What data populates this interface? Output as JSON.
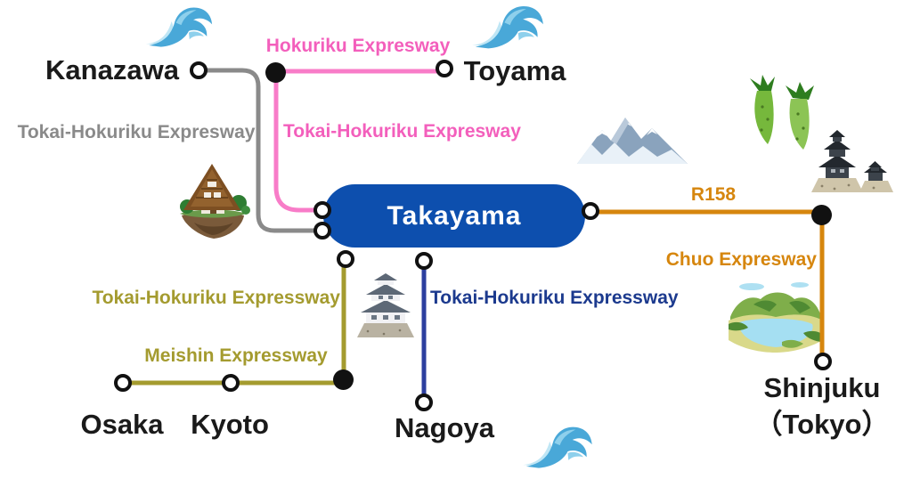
{
  "hub": {
    "label": "Takayama",
    "bg_color": "#0d4fae",
    "text_color": "#ffffff"
  },
  "cities": [
    {
      "id": "kanazawa",
      "label": "Kanazawa"
    },
    {
      "id": "toyama",
      "label": "Toyama"
    },
    {
      "id": "osaka",
      "label": "Osaka"
    },
    {
      "id": "kyoto",
      "label": "Kyoto"
    },
    {
      "id": "nagoya",
      "label": "Nagoya"
    },
    {
      "id": "shinjuku",
      "label": "Shinjuku",
      "sublabel": "（Tokyo）"
    }
  ],
  "routes": [
    {
      "id": "hokuriku",
      "label": "Hokuriku Expresway",
      "color": "#f35fbc"
    },
    {
      "id": "tokai_hokuriku_gray",
      "label": "Tokai-Hokuriku Expresway",
      "color": "#8a8a8a"
    },
    {
      "id": "tokai_hokuriku_pink",
      "label": "Tokai-Hokuriku Expresway",
      "color": "#f35fbc"
    },
    {
      "id": "tokai_hokuriku_west",
      "label": "Tokai-Hokuriku Expressway",
      "color": "#a49b2f"
    },
    {
      "id": "meishin",
      "label": "Meishin Expressway",
      "color": "#a49b2f"
    },
    {
      "id": "tokai_hokuriku_south",
      "label": "Tokai-Hokuriku Expressway",
      "color": "#1c3a8e"
    },
    {
      "id": "r158",
      "label": "R158",
      "color": "#d6860e"
    },
    {
      "id": "chuo",
      "label": "Chuo Expresway",
      "color": "#d6860e"
    }
  ],
  "line_colors": {
    "gray": "#8a8a8a",
    "pink": "#f87cc8",
    "olive": "#a49b2f",
    "navy": "#2c3f9f",
    "orange": "#d6860e"
  },
  "decorations": [
    "wave",
    "wave",
    "snow-mountain",
    "wasabi",
    "dark-castle",
    "gassho-farmhouse",
    "white-castle",
    "mountain-lake",
    "wave"
  ]
}
